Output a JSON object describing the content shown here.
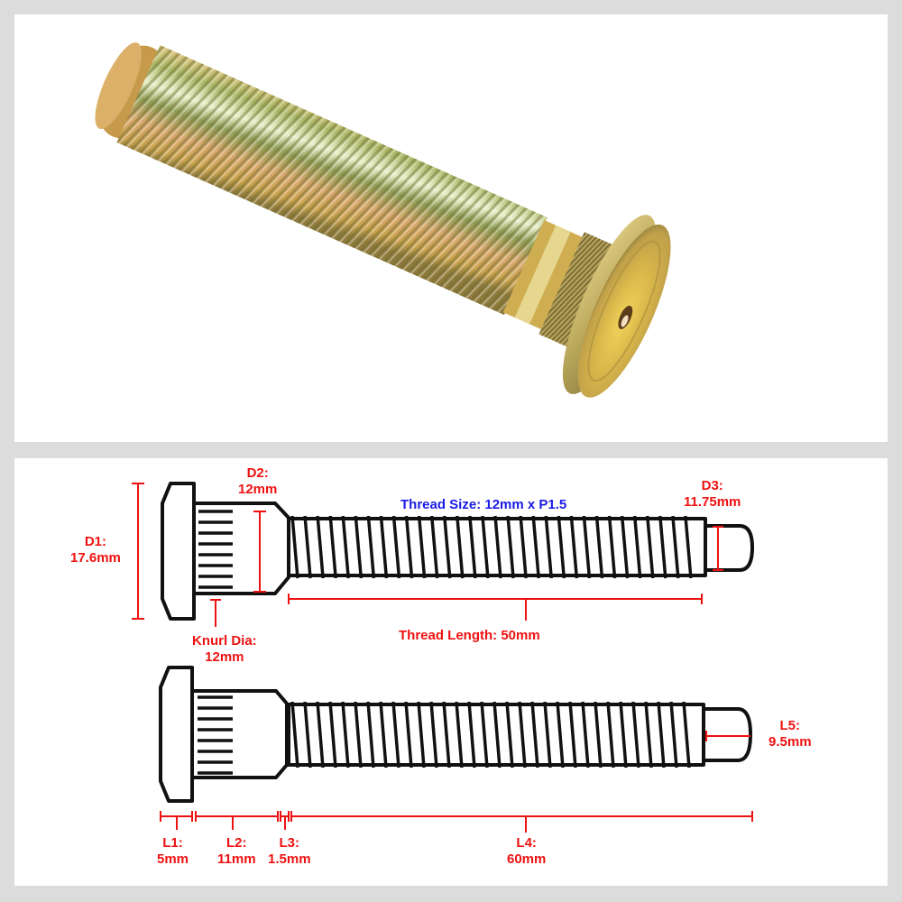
{
  "photo": {
    "subject": "wheel stud photo",
    "description": "Zinc-yellow plated press-in wheel stud with knurled shoulder and flat round head"
  },
  "colors": {
    "background": "#dcdcdc",
    "panel": "#ffffff",
    "dimension_red": "#ee1111",
    "thread_blue": "#1a1ae6",
    "outline": "#111111",
    "plating_gold": "#c9a63a",
    "plating_green": "#9fb45a"
  },
  "diagram": {
    "thread_size": "Thread Size: 12mm x P1.5",
    "d1": {
      "name": "D1:",
      "value": "17.6mm"
    },
    "d2": {
      "name": "D2:",
      "value": "12mm"
    },
    "d3": {
      "name": "D3:",
      "value": "11.75mm"
    },
    "knurl": {
      "name": "Knurl Dia:",
      "value": "12mm"
    },
    "thread_length": "Thread Length: 50mm",
    "l1": {
      "name": "L1:",
      "value": "5mm"
    },
    "l2": {
      "name": "L2:",
      "value": "11mm"
    },
    "l3": {
      "name": "L3:",
      "value": "1.5mm"
    },
    "l4": {
      "name": "L4:",
      "value": "60mm"
    },
    "l5": {
      "name": "L5:",
      "value": "9.5mm"
    }
  }
}
